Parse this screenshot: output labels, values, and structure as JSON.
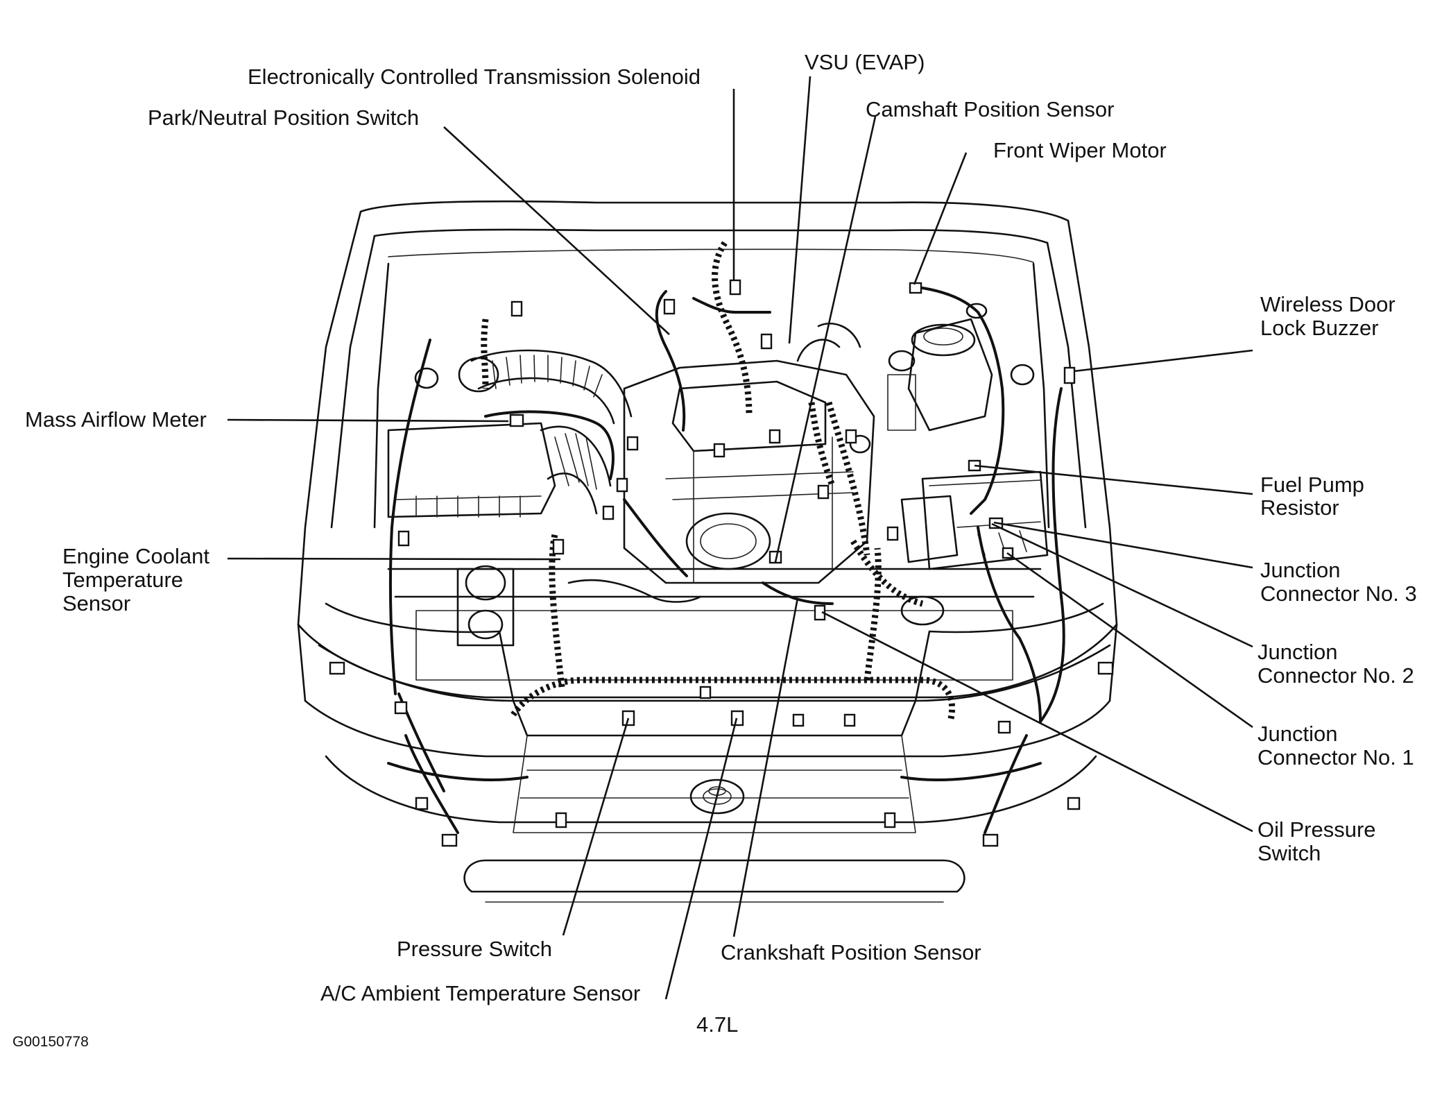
{
  "labels": {
    "ect_solenoid": "Electronically Controlled Transmission Solenoid",
    "vsu_evap": "VSU (EVAP)",
    "park_neutral": "Park/Neutral Position Switch",
    "camshaft": "Camshaft Position Sensor",
    "front_wiper": "Front Wiper Motor",
    "wireless_door_1": "Wireless Door",
    "wireless_door_2": "Lock Buzzer",
    "mass_airflow": "Mass Airflow Meter",
    "fuel_pump_1": "Fuel Pump",
    "fuel_pump_2": "Resistor",
    "engine_coolant_1": "Engine Coolant",
    "engine_coolant_2": "Temperature",
    "engine_coolant_3": "Sensor",
    "junction3_1": "Junction",
    "junction3_2": "Connector No. 3",
    "junction2_1": "Junction",
    "junction2_2": "Connector No. 2",
    "junction1_1": "Junction",
    "junction1_2": "Connector No. 1",
    "oil_pressure_1": "Oil Pressure",
    "oil_pressure_2": "Switch",
    "pressure_switch": "Pressure Switch",
    "crankshaft": "Crankshaft Position Sensor",
    "ac_ambient": "A/C Ambient Temperature Sensor"
  },
  "engine_label": "4.7L",
  "figure_id": "G00150778"
}
